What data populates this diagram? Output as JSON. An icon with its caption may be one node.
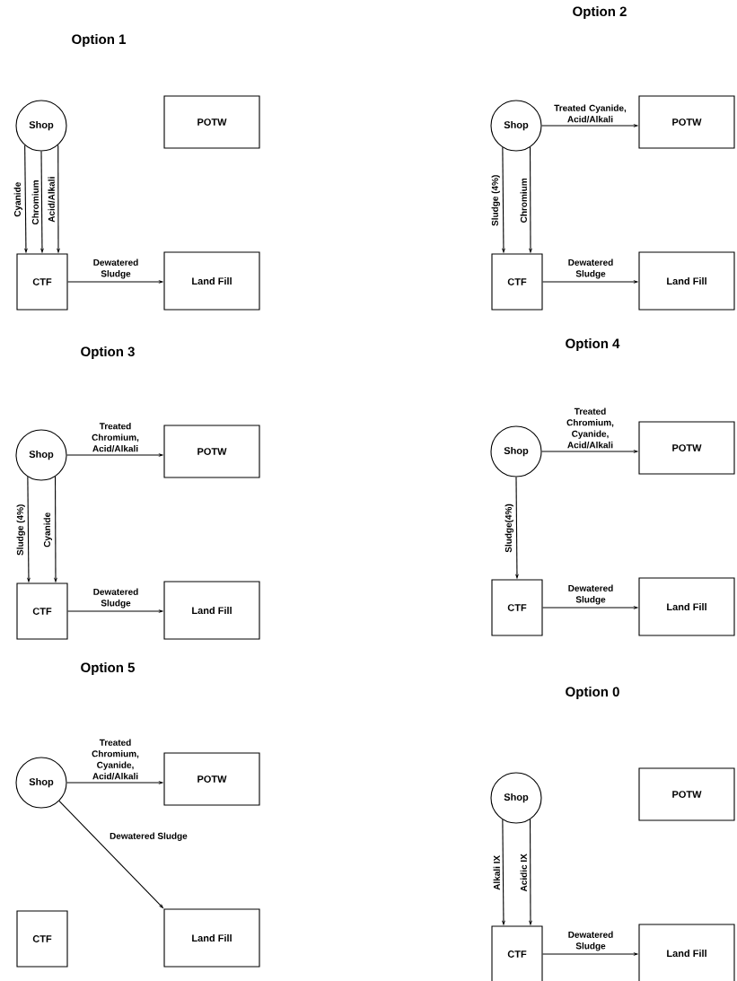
{
  "diagram": {
    "nodes": [
      {
        "text": [
          "Shop"
        ]
      },
      {
        "text": [
          "POTW"
        ]
      },
      {
        "text": [
          "CTF"
        ]
      },
      {
        "text": [
          "Land Fill"
        ]
      },
      {
        "text": [
          "Shop"
        ]
      },
      {
        "text": [
          "POTW"
        ]
      },
      {
        "text": [
          "CTF"
        ]
      },
      {
        "text": [
          "Land Fill"
        ]
      },
      {
        "text": [
          "Shop"
        ]
      },
      {
        "text": [
          "POTW"
        ]
      },
      {
        "text": [
          "CTF"
        ]
      },
      {
        "text": [
          "Land Fill"
        ]
      },
      {
        "text": [
          "Shop"
        ]
      },
      {
        "text": [
          "POTW"
        ]
      },
      {
        "text": [
          "CTF"
        ]
      },
      {
        "text": [
          "Land Fill"
        ]
      },
      {
        "text": [
          "Shop"
        ]
      },
      {
        "text": [
          "POTW"
        ]
      },
      {
        "text": [
          "CTF"
        ]
      },
      {
        "text": [
          "Land Fill"
        ]
      },
      {
        "text": [
          "Shop"
        ]
      },
      {
        "text": [
          "POTW"
        ]
      },
      {
        "text": [
          "CTF"
        ]
      },
      {
        "text": [
          "Land Fill"
        ]
      }
    ],
    "edges": [
      {
        "from": 0,
        "to": 2,
        "arrow": "to",
        "label": "Cyanide"
      },
      {
        "from": 0,
        "to": 2,
        "arrow": "to",
        "label": "Chromium"
      },
      {
        "from": 0,
        "to": 2,
        "arrow": "to",
        "label": "Acid/Alkali"
      },
      {
        "from": 2,
        "to": 3,
        "arrow": "to",
        "label": "Dewatered Sludge"
      },
      {
        "from": 4,
        "to": 5,
        "arrow": "to",
        "label": "Treated Cyanide, Acid/Alkali"
      },
      {
        "from": 4,
        "to": 6,
        "arrow": "to",
        "label": "Sludge (4%)"
      },
      {
        "from": 4,
        "to": 6,
        "arrow": "to",
        "label": "Chromium"
      },
      {
        "from": 6,
        "to": 7,
        "arrow": "to",
        "label": "Dewatered Sludge"
      },
      {
        "from": 8,
        "to": 9,
        "arrow": "to",
        "label": "Treated Chromium, Acid/Alkali"
      },
      {
        "from": 8,
        "to": 10,
        "arrow": "to",
        "label": "Sludge (4%)"
      },
      {
        "from": 8,
        "to": 10,
        "arrow": "to",
        "label": "Cyanide"
      },
      {
        "from": 10,
        "to": 11,
        "arrow": "to",
        "label": "Dewatered Sludge"
      },
      {
        "from": 12,
        "to": 13,
        "arrow": "to",
        "label": "Treated Chromium, Cyanide, Acid/Alkali"
      },
      {
        "from": 12,
        "to": 14,
        "arrow": "to",
        "label": "Sludge(4%)"
      },
      {
        "from": 14,
        "to": 15,
        "arrow": "to",
        "label": "Dewatered Sludge"
      },
      {
        "from": 16,
        "to": 17,
        "arrow": "to",
        "label": "Treated Chromium, Cyanide, Acid/Alkali"
      },
      {
        "from": 16,
        "to": 19,
        "arrow": "to",
        "label": "Dewatered Sludge"
      },
      {
        "from": 20,
        "to": 22,
        "arrow": "to",
        "label": "Alkali IX"
      },
      {
        "from": 20,
        "to": 22,
        "arrow": "to",
        "label": "Acidic IX"
      },
      {
        "from": 22,
        "to": 23,
        "arrow": "to",
        "label": "Dewatered Sludge"
      }
    ],
    "labels": [
      "Option 1",
      "Option 2",
      "Option 3",
      "Option 4",
      "Option 5",
      "Option 0"
    ]
  }
}
